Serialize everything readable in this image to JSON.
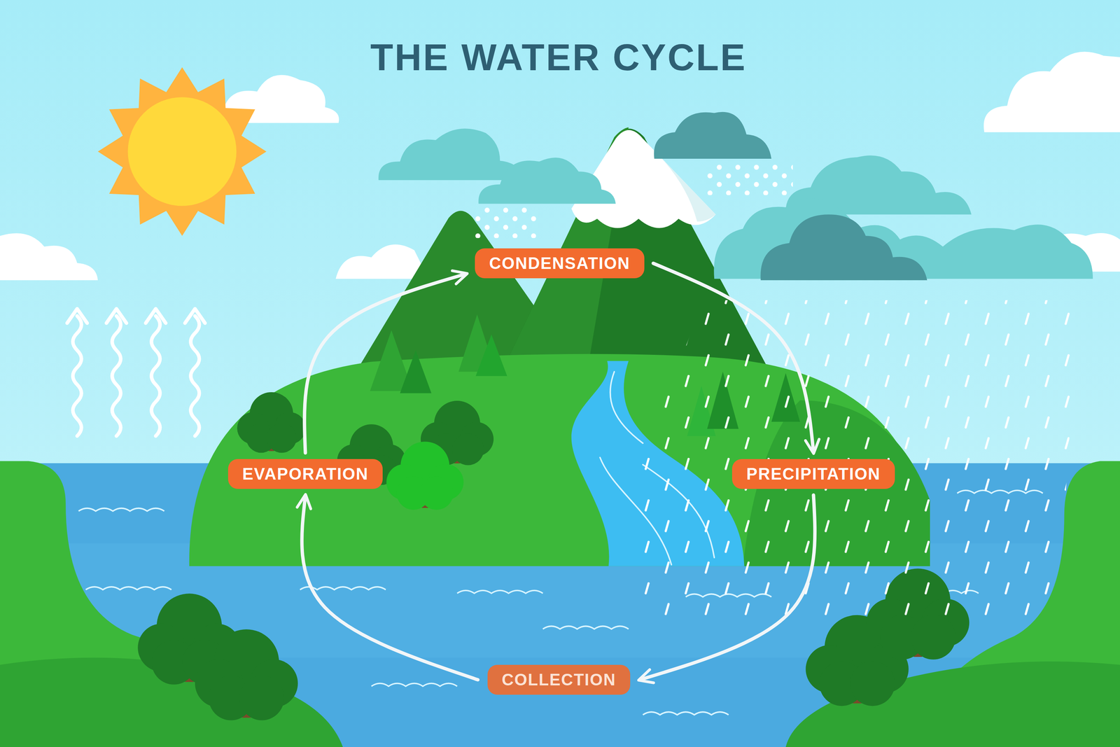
{
  "diagram": {
    "title": "THE WATER CYCLE",
    "nodes": [
      {
        "text": [
          "CONDENSATION"
        ]
      },
      {
        "text": [
          "EVAPORATION"
        ]
      },
      {
        "text": [
          "PRECIPITATION"
        ]
      },
      {
        "text": [
          "COLLECTION"
        ]
      }
    ],
    "edges": [
      {
        "from": 1,
        "to": 0,
        "arrow": "to"
      },
      {
        "from": 0,
        "to": 2,
        "arrow": "to"
      },
      {
        "from": 2,
        "to": 3,
        "arrow": "to"
      },
      {
        "from": 3,
        "to": 1,
        "arrow": "to"
      }
    ]
  }
}
